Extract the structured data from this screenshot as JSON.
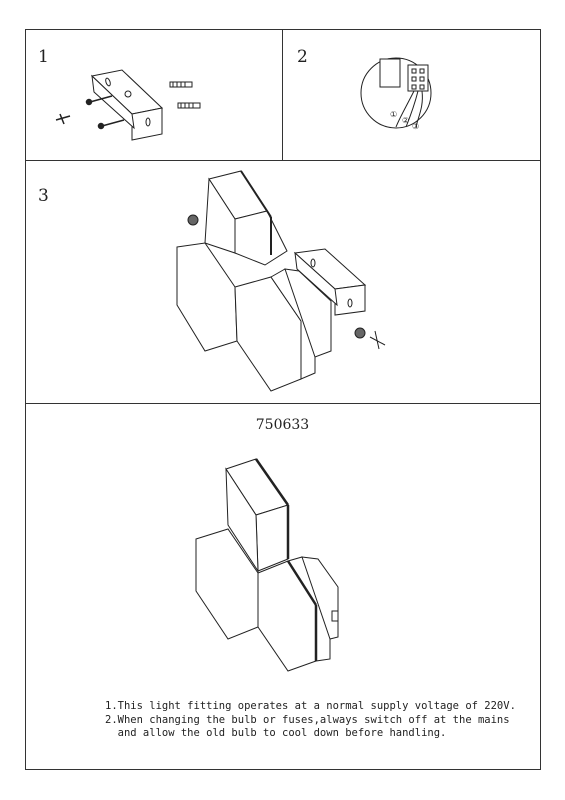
{
  "steps": {
    "s1": "1",
    "s2": "2",
    "s3": "3"
  },
  "model": "750633",
  "notes": [
    "1.This light fitting operates at a normal supply voltage of 220V.",
    "2.When changing the bulb or fuses,always switch off at the mains",
    "  and allow the old bulb to cool down before handling."
  ],
  "wire_markers": [
    "①",
    "②",
    "③"
  ],
  "icons": [
    "mounting-bracket-icon",
    "wall-plug-icon",
    "screw-icon",
    "terminal-block-icon",
    "hexagon-lamp-icon",
    "bolt-icon"
  ]
}
